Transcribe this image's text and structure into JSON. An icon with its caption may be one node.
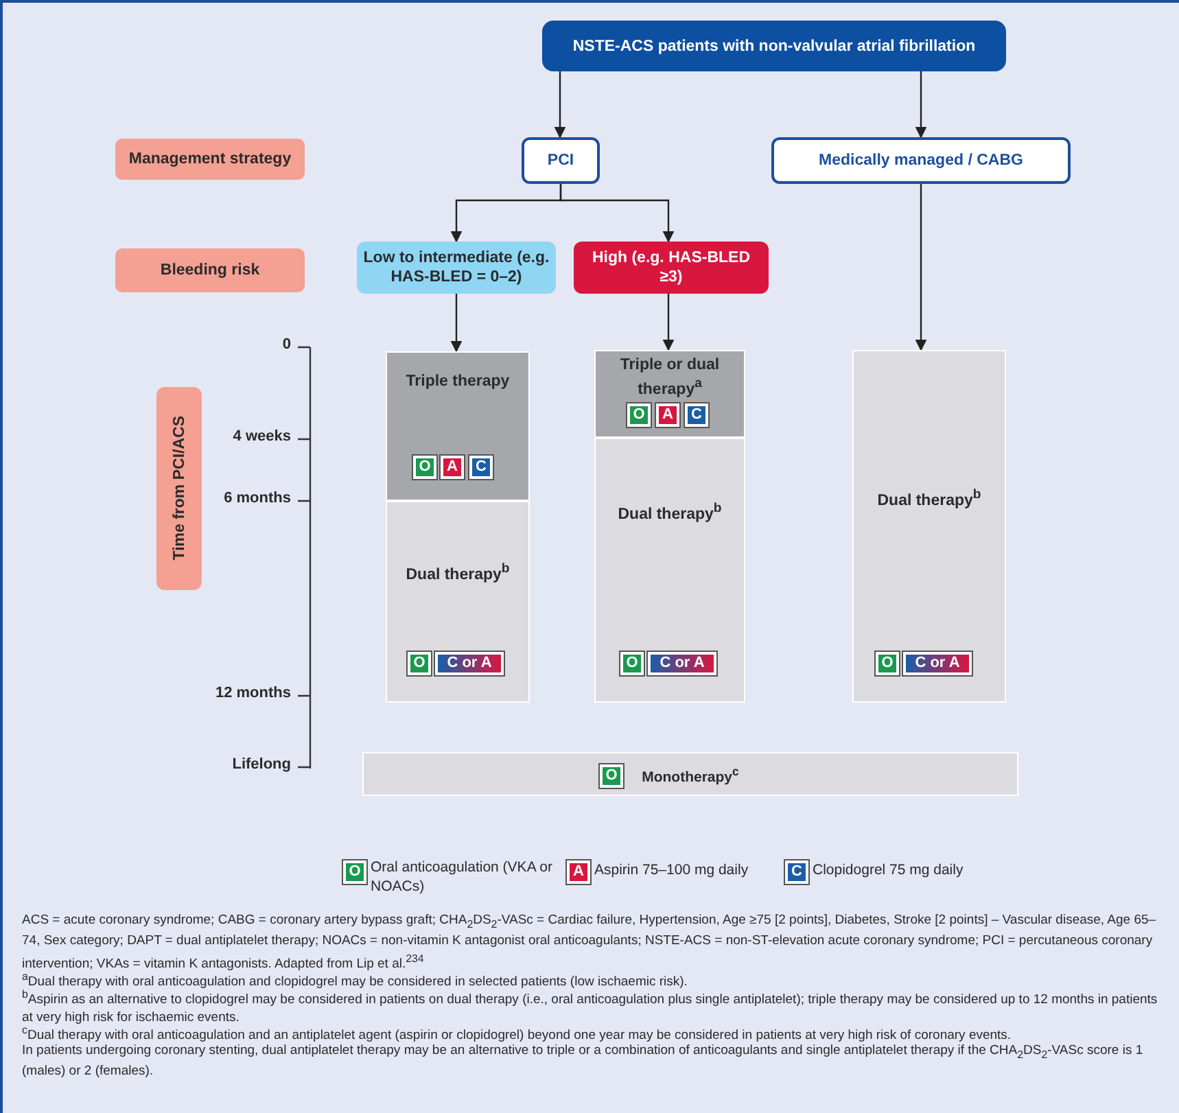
{
  "diagram": {
    "nodes": [
      {
        "text": [
          "**NSTE-ACS** patients with non-valvular atrial fibrillation"
        ]
      },
      {
        "text": [
          "Management strategy"
        ]
      },
      {
        "text": [
          "PCI"
        ]
      },
      {
        "text": [
          "Medically managed / CABG"
        ]
      },
      {
        "text": [
          "Bleeding risk"
        ]
      },
      {
        "text": [
          "Low to intermediate (e.g. **HAS-BLED** = 0–2)"
        ]
      },
      {
        "text": [
          "High (e.g. **HAS-BLED** ≥3)"
        ]
      },
      {
        "text": [
          "Time from PCI/ACS"
        ]
      },
      {
        "text": [
          "Triple therapy"
        ]
      },
      {
        "text": [
          "O"
        ],
        "in": 8
      },
      {
        "text": [
          "A"
        ],
        "in": 8
      },
      {
        "text": [
          "C"
        ],
        "in": 8
      },
      {
        "text": [
          "Dual therapy$^{b}$"
        ]
      },
      {
        "text": [
          "O"
        ],
        "in": 12
      },
      {
        "text": [
          "C or A"
        ],
        "in": 12
      },
      {
        "text": [
          "Triple or dual therapy$^{a}$"
        ]
      },
      {
        "text": [
          "O"
        ],
        "in": 15
      },
      {
        "text": [
          "A"
        ],
        "in": 15
      },
      {
        "text": [
          "C"
        ],
        "in": 15
      },
      {
        "text": [
          "Dual therapy$^{b}$"
        ]
      },
      {
        "text": [
          "O"
        ],
        "in": 19
      },
      {
        "text": [
          "C or A"
        ],
        "in": 19
      },
      {
        "text": [
          "Dual therapy$^{b}$"
        ]
      },
      {
        "text": [
          "O"
        ],
        "in": 22
      },
      {
        "text": [
          "C or A"
        ],
        "in": 22
      },
      {
        "text": [
          "Monotherapy$^{c}$"
        ]
      },
      {
        "text": [
          "O"
        ],
        "in": 25
      },
      {
        "text": [
          "O"
        ],
        "beside": [
          "Oral anticoagulation (VKA or NOACs)"
        ]
      },
      {
        "text": [
          "A"
        ],
        "beside": [
          "Aspirin 75–100 mg daily"
        ]
      },
      {
        "text": [
          "C"
        ],
        "beside": [
          "Clopidogrel 75 mg daily"
        ]
      }
    ],
    "edges": [
      {
        "from": 0,
        "to": 2,
        "arrow": "to"
      },
      {
        "from": 0,
        "to": 3,
        "arrow": "to"
      },
      {
        "from": 2,
        "to": 5,
        "arrow": "to"
      },
      {
        "from": 2,
        "to": 6,
        "arrow": "to"
      },
      {
        "from": 5,
        "to": 8,
        "arrow": "to"
      },
      {
        "from": 6,
        "to": 15,
        "arrow": "to"
      },
      {
        "from": 3,
        "to": 22,
        "arrow": "to"
      }
    ],
    "labels": [
      "0",
      "4 weeks",
      "6 months",
      "12 months",
      "Lifelong",
      "ACS = acute coronary syndrome; CABG = coronary artery bypass graft; CHA$_{2}$DS$_{2}$-VASc = Cardiac failure, Hypertension, Age ≥75 [2 points], Diabetes, Stroke [2 points] – Vascular disease, Age 65–74, Sex category; DAPT = dual antiplatelet therapy; NOACs = non-vitamin K antagonist oral anticoagulants; NSTE-ACS = non-ST-elevation acute coronary syndrome; PCI = percutaneous coronary intervention; VKAs = vitamin K antagonists. Adapted from Lip et al.$^{234}$",
      "$^{a}$Dual therapy with oral anticoagulation and clopidogrel may be considered in selected patients (low ischaemic risk).",
      "$^{b}$Aspirin as an alternative to clopidogrel may be considered in patients on dual therapy (i.e., oral anticoagulation plus single antiplatelet); triple therapy may be considered up to 12 months in patients at very high risk for ischaemic events.",
      "$^{c}$Dual therapy with oral anticoagulation and an antiplatelet agent (aspirin or clopidogrel) beyond one year may be considered in patients at very high risk of coronary events.",
      "In patients undergoing coronary stenting, dual antiplatelet therapy may be an alternative to triple or a combination of anticoagulants and single antiplatelet therapy if the CHA$_{2}$DS$_{2}$-VASc score is 1 (males) or 2 (females)."
    ]
  }
}
